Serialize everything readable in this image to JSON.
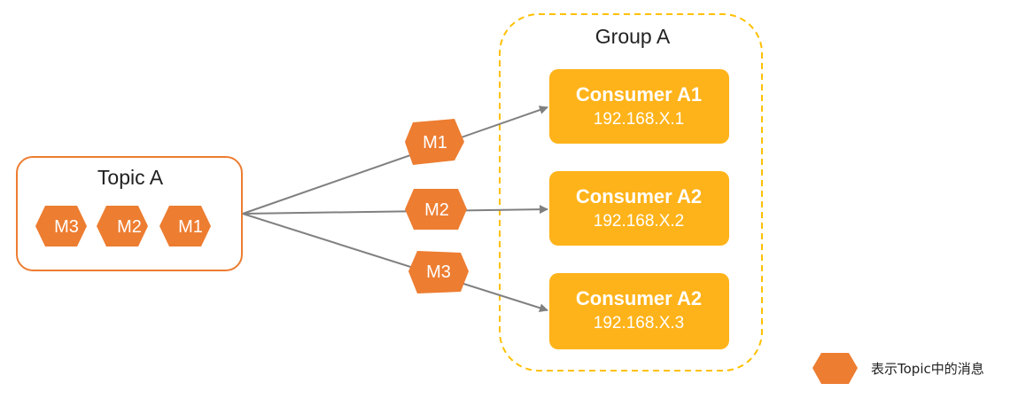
{
  "topic": {
    "title": "Topic A",
    "messages": [
      "M3",
      "M2",
      "M1"
    ]
  },
  "group": {
    "title": "Group A",
    "consumers": [
      {
        "name": "Consumer A1",
        "ip": "192.168.X.1",
        "incoming_message": "M1"
      },
      {
        "name": "Consumer A2",
        "ip": "192.168.X.2",
        "incoming_message": "M2"
      },
      {
        "name": "Consumer A2",
        "ip": "192.168.X.3",
        "incoming_message": "M3"
      }
    ]
  },
  "legend": {
    "text": "表示Topic中的消息"
  },
  "colors": {
    "message_hex": "#ED7D31",
    "topic_border": "#ED7D31",
    "group_border": "#FFC000",
    "consumer_fill": "#FFB31A",
    "arrow": "#808080"
  }
}
